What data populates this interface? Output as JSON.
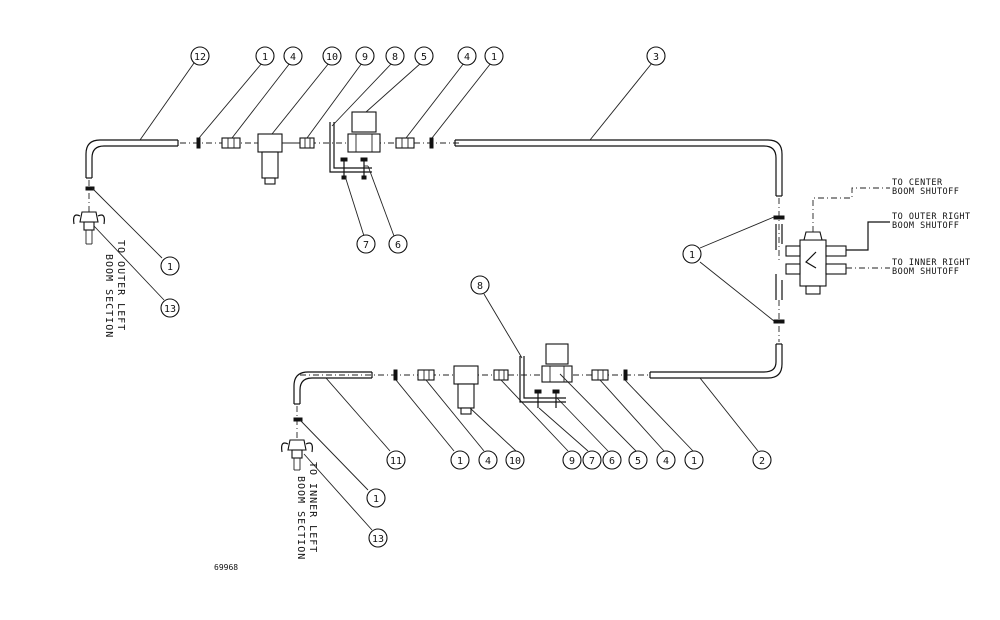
{
  "figure_number": "69968",
  "upper_balloons": [
    "12",
    "1",
    "4",
    "10",
    "9",
    "8",
    "5",
    "4",
    "1",
    "3"
  ],
  "upper_lower_balloons": [
    "7",
    "6"
  ],
  "upper_left_balloons": [
    "1",
    "13"
  ],
  "right_balloon": "1",
  "lower_top_balloon": "8",
  "lower_balloons": [
    "11",
    "1",
    "4",
    "10",
    "9",
    "7",
    "6",
    "5",
    "4",
    "1",
    "2"
  ],
  "lower_left_balloons": [
    "1",
    "13"
  ],
  "vertical_label_outer": [
    "TO OUTER LEFT",
    "BOOM SECTION"
  ],
  "vertical_label_inner": [
    "TO INNER LEFT",
    "BOOM SECTION"
  ],
  "right_labels": [
    [
      "TO CENTER",
      "BOOM SHUTOFF"
    ],
    [
      "TO OUTER RIGHT",
      "BOOM SHUTOFF"
    ],
    [
      "TO INNER RIGHT",
      "BOOM SHUTOFF"
    ]
  ]
}
